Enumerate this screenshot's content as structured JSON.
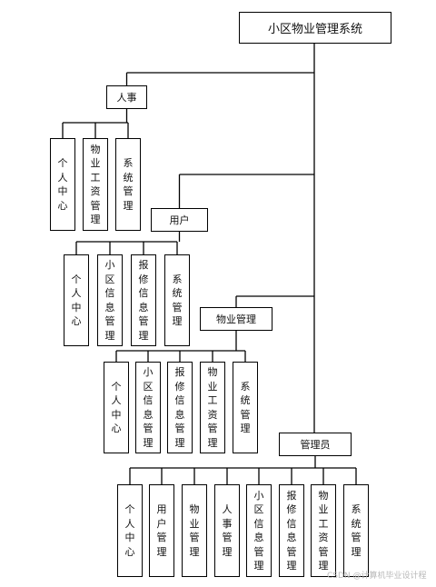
{
  "root": "小区物业管理系统",
  "roles": [
    {
      "label": "人事",
      "modules": [
        "个人中心",
        "物业工资管理",
        "系统管理"
      ]
    },
    {
      "label": "用户",
      "modules": [
        "个人中心",
        "小区信息管理",
        "报修信息管理",
        "系统管理"
      ]
    },
    {
      "label": "物业管理",
      "modules": [
        "个人中心",
        "小区信息管理",
        "报修信息管理",
        "物业工资管理",
        "系统管理"
      ]
    },
    {
      "label": "管理员",
      "modules": [
        "个人中心",
        "用户管理",
        "物业管理",
        "人事管理",
        "小区信息管理",
        "报修信息管理",
        "物业工资管理",
        "系统管理"
      ]
    }
  ],
  "watermark": "CSDN @计算机毕业设计程"
}
